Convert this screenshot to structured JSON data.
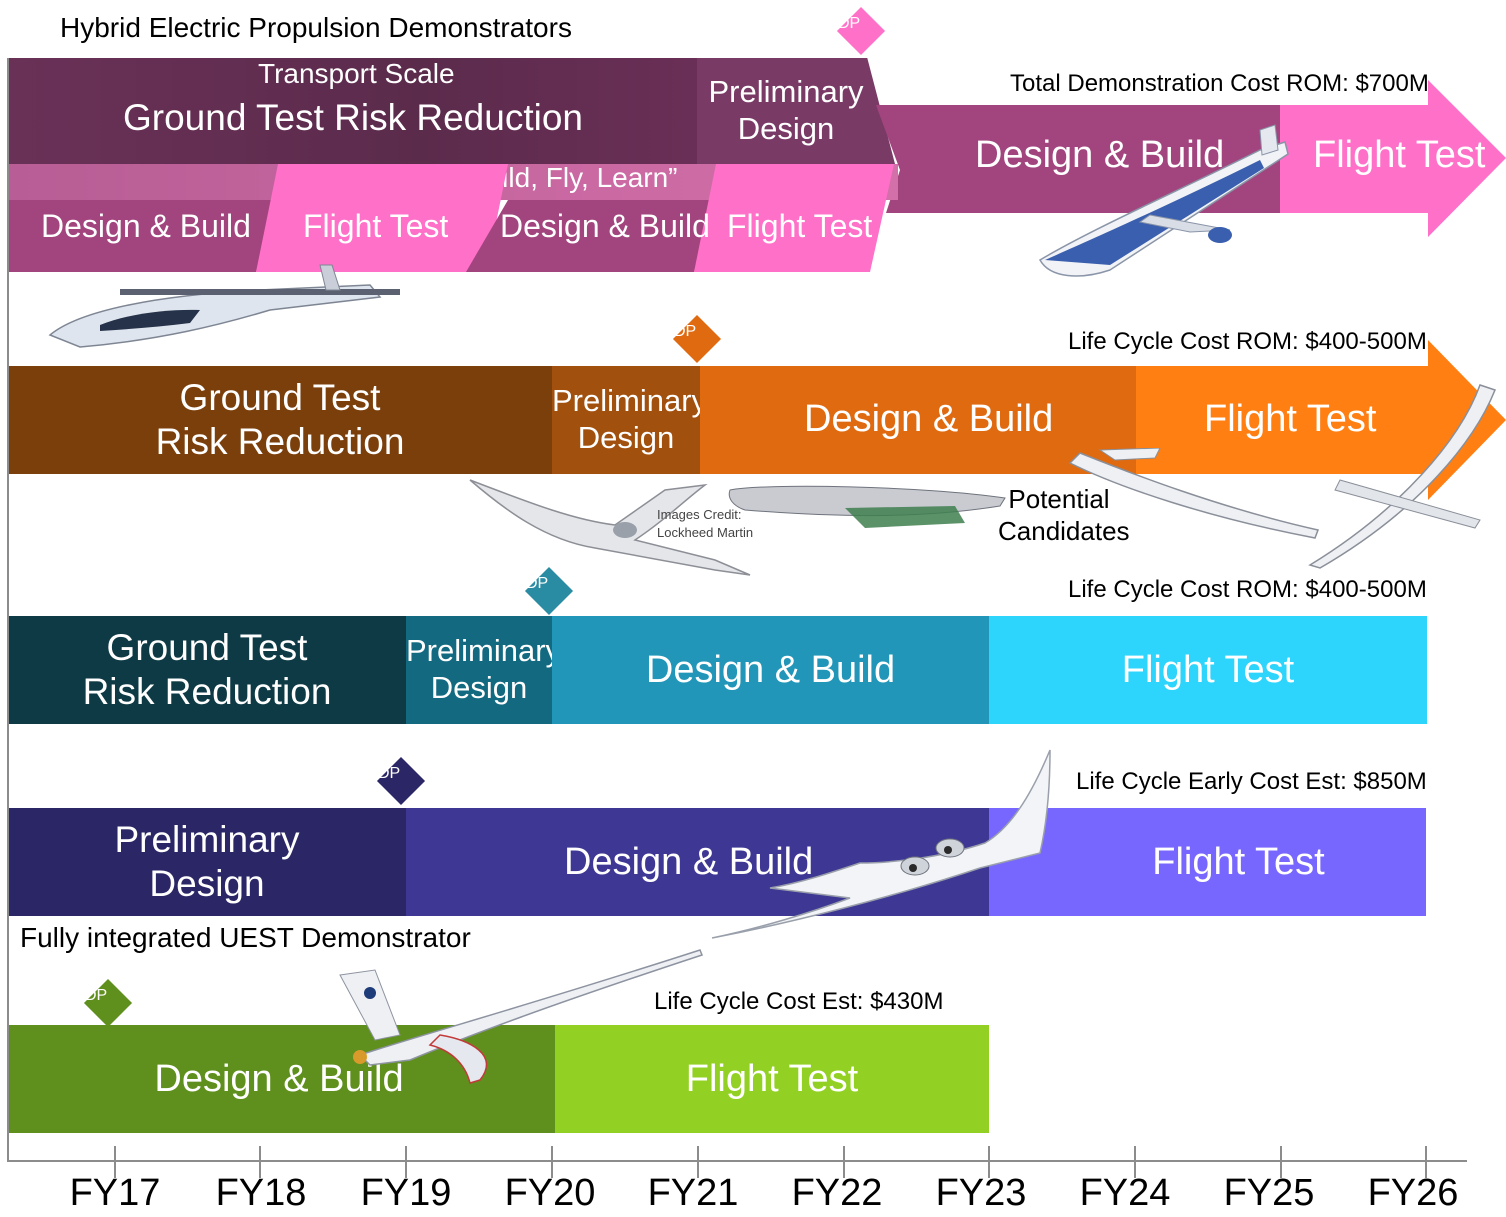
{
  "title": "Hybrid Electric Propulsion Demonstrators",
  "milestone_label": "DP",
  "colors": {
    "magenta_dark": "#5e2c4e",
    "magenta": "#a2457e",
    "pink": "#ff70c8",
    "orange_dark": "#7b3f0c",
    "orange": "#e06a10",
    "orange_bright": "#ff7f12",
    "teal_dark": "#0e3a45",
    "teal": "#136a80",
    "teal_mid": "#2196b8",
    "cyan": "#2dd4fb",
    "navy_dark": "#2b2766",
    "navy": "#3e3794",
    "violet": "#7867ff",
    "green_dark": "#5f8f1c",
    "green": "#92d123"
  },
  "track1": {
    "transport_scale": "Transport Scale",
    "ground_test": "Ground Test Risk Reduction",
    "preliminary": "Preliminary Design",
    "design_build": "Design & Build",
    "flight_test": "Flight Test",
    "small_scale": "Small Scale “Build, Fly, Learn”",
    "small_design_build_1": "Design & Build",
    "small_flight_test_1": "Flight Test",
    "small_design_build_2": "Design & Build",
    "small_flight_test_2": "Flight Test",
    "cost": "Total Demonstration Cost ROM: $700M"
  },
  "track2": {
    "ground_test": "Ground Test Risk Reduction",
    "preliminary": "Preliminary Design",
    "design_build": "Design & Build",
    "flight_test": "Flight Test",
    "cost": "Life Cycle Cost ROM: $400-500M",
    "credit": "Images Credit: Lockheed Martin",
    "candidates": "Potential Candidates"
  },
  "track3": {
    "ground_test": "Ground Test Risk Reduction",
    "preliminary": "Preliminary Design",
    "design_build": "Design & Build",
    "flight_test": "Flight Test",
    "cost": "Life Cycle Cost ROM: $400-500M"
  },
  "track4": {
    "preliminary": "Preliminary Design",
    "design_build": "Design & Build",
    "flight_test": "Flight Test",
    "cost": "Life Cycle Early Cost Est: $850M"
  },
  "track5": {
    "heading": "Fully integrated UEST Demonstrator",
    "design_build": "Design & Build",
    "flight_test": "Flight Test",
    "cost": "Life Cycle Cost Est: $430M"
  },
  "axis": {
    "ticks": [
      "FY17",
      "FY18",
      "FY19",
      "FY20",
      "FY21",
      "FY22",
      "FY23",
      "FY24",
      "FY25",
      "FY26"
    ]
  }
}
